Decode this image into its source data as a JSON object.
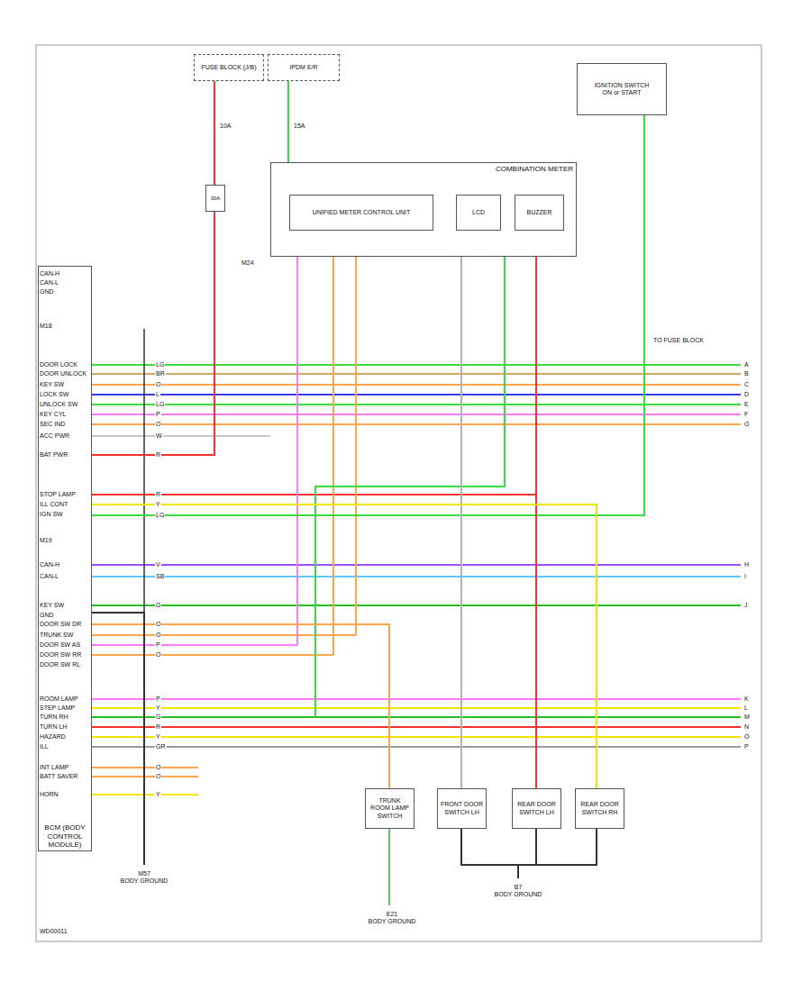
{
  "diagram": {
    "nodes": [
      {
        "text": [
          "FUSE BLOCK (J/B)"
        ]
      },
      {
        "text": [
          "IPDM E/R"
        ]
      },
      {
        "text": [
          "IGNITION SWITCH",
          "ON or START"
        ]
      },
      {
        "text": [
          "30A"
        ]
      },
      {
        "text": [
          "COMBINATION METER"
        ]
      },
      {
        "text": [
          "UNIFIED METER CONTROL UNIT"
        ],
        "in": 4
      },
      {
        "text": [
          "LCD"
        ],
        "in": 4
      },
      {
        "text": [
          "BUZZER"
        ],
        "in": 4
      },
      {
        "text": [
          "BCM (BODY CONTROL MODULE)"
        ]
      },
      {
        "text": [
          "TRUNK ROOM LAMP SWITCH"
        ]
      },
      {
        "text": [
          "FRONT DOOR SWITCH LH"
        ]
      },
      {
        "text": [
          "REAR DOOR SWITCH LH"
        ]
      },
      {
        "text": [
          "REAR DOOR SWITCH RH"
        ]
      },
      {
        "text": [
          "E21",
          "BODY GROUND"
        ]
      },
      {
        "text": [
          "B7",
          "BODY GROUND"
        ]
      },
      {
        "text": [
          "M57",
          "BODY GROUND"
        ]
      }
    ],
    "edges": [
      {
        "from": 0,
        "to": 3,
        "arrow": "none"
      },
      {
        "from": 3,
        "to": 8,
        "arrow": "none"
      },
      {
        "from": 1,
        "to": 4,
        "arrow": "none"
      },
      {
        "from": 2,
        "to": 8,
        "arrow": "none"
      },
      {
        "from": 4,
        "to": 11,
        "arrow": "none"
      },
      {
        "from": 4,
        "to": 10,
        "arrow": "none"
      },
      {
        "from": 8,
        "to": 12,
        "arrow": "none"
      },
      {
        "from": 8,
        "to": 9,
        "arrow": "none"
      },
      {
        "from": 9,
        "to": 13,
        "arrow": "none"
      },
      {
        "from": 10,
        "to": 14,
        "arrow": "none"
      },
      {
        "from": 11,
        "to": 14,
        "arrow": "none"
      },
      {
        "from": 12,
        "to": 14,
        "arrow": "none"
      },
      {
        "from": 8,
        "to": 15,
        "arrow": "none"
      }
    ],
    "labels": [
      "CAN-H",
      "CAN-L",
      "GND",
      "M18",
      "DOOR LOCK",
      "DOOR UNLOCK",
      "KEY SW",
      "LOCK SW",
      "UNLOCK SW",
      "KEY CYL",
      "SEC IND",
      "ACC PWR",
      "BAT PWR",
      "STOP LAMP",
      "ILL CONT",
      "IGN SW",
      "M19",
      "CAN-H",
      "CAN-L",
      "KEY SW",
      "GND",
      "DOOR SW DR",
      "TRUNK SW",
      "DOOR SW AS",
      "DOOR SW RR",
      "DOOR SW RL",
      "ROOM LAMP",
      "STEP LAMP",
      "TURN RH",
      "TURN LH",
      "HAZARD",
      "ILL",
      "INT LAMP",
      "BATT SAVER",
      "HORN",
      "LG",
      "BR",
      "O",
      "L",
      "LG",
      "P",
      "O",
      "W",
      "R",
      "R",
      "Y",
      "LG",
      "V",
      "SB",
      "G",
      "O",
      "O",
      "P",
      "O",
      "P",
      "Y",
      "G",
      "R",
      "Y",
      "GR",
      "O",
      "O",
      "Y",
      "A",
      "B",
      "C",
      "D",
      "E",
      "F",
      "G",
      "H",
      "I",
      "J",
      "K",
      "L",
      "M",
      "N",
      "O",
      "P",
      "10A",
      "15A",
      "TO FUSE BLOCK",
      "M24",
      "WD00011"
    ]
  }
}
